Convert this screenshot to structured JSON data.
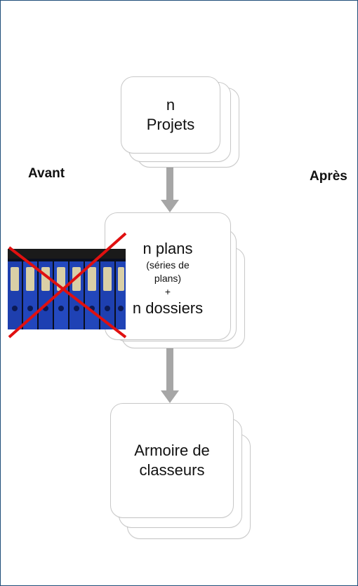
{
  "labels": {
    "before": "Avant",
    "after": "Après"
  },
  "boxes": {
    "projects": {
      "line1": "n",
      "line2": "Projets"
    },
    "plans": {
      "line1": "n plans",
      "line2": "(séries de",
      "line3": "plans)",
      "line4": "+",
      "line5": "n dossiers"
    },
    "cabinet": {
      "line1": "Armoire de",
      "line2": "classeurs"
    }
  },
  "colors": {
    "frame_border": "#1f4e79",
    "card_border": "#c8c8c8",
    "arrow": "#a6a6a6",
    "cross": "#e01010",
    "binder_blue": "#1f44b8"
  },
  "icons": {
    "arrow_1": "down-arrow-icon",
    "arrow_2": "down-arrow-icon",
    "photo": "binder-cabinet-photo",
    "cross": "red-x-cross-icon"
  }
}
